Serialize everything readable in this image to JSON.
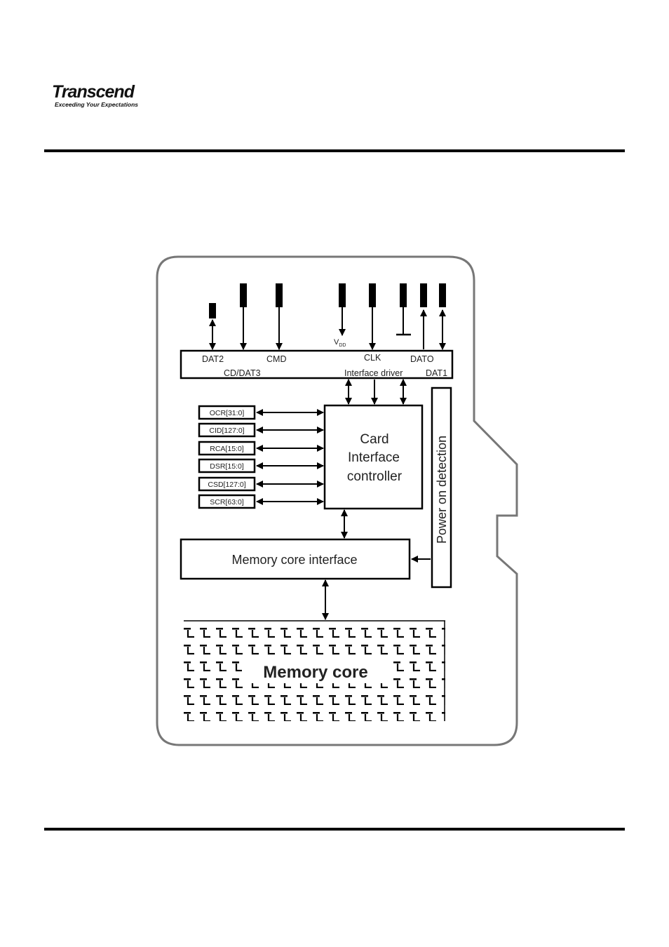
{
  "header": {
    "logo_name": "Transcend",
    "logo_tagline": "Exceeding Your Expectations"
  },
  "diagram": {
    "pins": {
      "dat2": "DAT2",
      "cd_dat3": "CD/DAT3",
      "cmd": "CMD",
      "vdd": "V",
      "vdd_sub": "DD",
      "clk": "CLK",
      "dat0": "DATO",
      "dat1": "DAT1"
    },
    "interface_driver": "Interface driver",
    "registers": [
      "OCR[31:0]",
      "CID[127:0]",
      "RCA[15:0]",
      "DSR[15:0]",
      "CSD[127:0]",
      "SCR[63:0]"
    ],
    "controller": [
      "Card",
      "Interface",
      "controller"
    ],
    "power_detection": "Power on detection",
    "memory_interface": "Memory core interface",
    "memory_core": "Memory core"
  }
}
